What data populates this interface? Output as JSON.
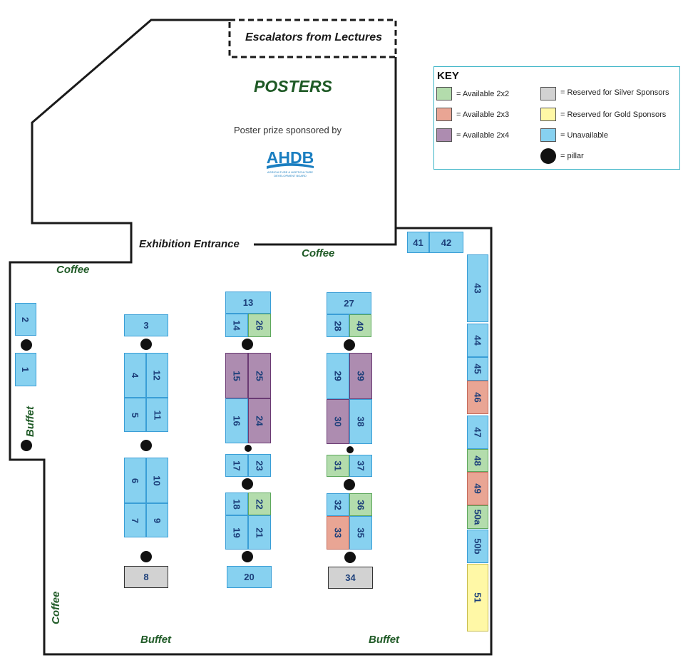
{
  "labels": {
    "escalators": "Escalators from Lectures",
    "posters": "POSTERS",
    "sponsor_text": "Poster prize sponsored by",
    "entrance": "Exhibition Entrance",
    "coffee_top_left": "Coffee",
    "coffee_top_mid": "Coffee",
    "coffee_left_bottom": "Coffee",
    "buffet_left": "Buffet",
    "buffet_bottom_left": "Buffet",
    "buffet_bottom_right": "Buffet"
  },
  "logo": {
    "name": "AHDB",
    "subtitle": "AGRICULTURE & HORTICULTURE DEVELOPMENT BOARD",
    "color": "#1b7fc1"
  },
  "key": {
    "title": "KEY",
    "items": [
      {
        "label": "= Available 2x2",
        "color": "#b3dcac"
      },
      {
        "label": "= Available 2x3",
        "color": "#e9a594"
      },
      {
        "label": "= Available 2x4",
        "color": "#ad8cb0"
      },
      {
        "label": "= Reserved for Silver Sponsors",
        "color": "#d2d2d2"
      },
      {
        "label": "= Reserved for Gold Sponsors",
        "color": "#fff8a6"
      },
      {
        "label": "= Unavailable",
        "color": "#87d1f0"
      },
      {
        "label": "= pillar",
        "color": "#111111"
      }
    ]
  },
  "booths": [
    {
      "id": "2",
      "status": "unavailable"
    },
    {
      "id": "1",
      "status": "unavailable"
    },
    {
      "id": "3",
      "status": "unavailable"
    },
    {
      "id": "4",
      "status": "unavailable"
    },
    {
      "id": "12",
      "status": "unavailable"
    },
    {
      "id": "5",
      "status": "unavailable"
    },
    {
      "id": "11",
      "status": "unavailable"
    },
    {
      "id": "6",
      "status": "unavailable"
    },
    {
      "id": "10",
      "status": "unavailable"
    },
    {
      "id": "7",
      "status": "unavailable"
    },
    {
      "id": "9",
      "status": "unavailable"
    },
    {
      "id": "8",
      "status": "silver"
    },
    {
      "id": "13",
      "status": "unavailable"
    },
    {
      "id": "14",
      "status": "unavailable"
    },
    {
      "id": "26",
      "status": "avail2x2"
    },
    {
      "id": "15",
      "status": "avail2x4"
    },
    {
      "id": "25",
      "status": "avail2x4"
    },
    {
      "id": "16",
      "status": "unavailable"
    },
    {
      "id": "24",
      "status": "avail2x4"
    },
    {
      "id": "17",
      "status": "unavailable"
    },
    {
      "id": "23",
      "status": "unavailable"
    },
    {
      "id": "18",
      "status": "unavailable"
    },
    {
      "id": "22",
      "status": "avail2x2"
    },
    {
      "id": "19",
      "status": "unavailable"
    },
    {
      "id": "21",
      "status": "unavailable"
    },
    {
      "id": "20",
      "status": "unavailable"
    },
    {
      "id": "27",
      "status": "unavailable"
    },
    {
      "id": "28",
      "status": "unavailable"
    },
    {
      "id": "40",
      "status": "avail2x2"
    },
    {
      "id": "29",
      "status": "unavailable"
    },
    {
      "id": "39",
      "status": "avail2x4"
    },
    {
      "id": "30",
      "status": "avail2x4"
    },
    {
      "id": "38",
      "status": "unavailable"
    },
    {
      "id": "31",
      "status": "avail2x2"
    },
    {
      "id": "37",
      "status": "unavailable"
    },
    {
      "id": "32",
      "status": "unavailable"
    },
    {
      "id": "36",
      "status": "avail2x2"
    },
    {
      "id": "33",
      "status": "avail2x3"
    },
    {
      "id": "35",
      "status": "unavailable"
    },
    {
      "id": "34",
      "status": "silver"
    },
    {
      "id": "41",
      "status": "unavailable"
    },
    {
      "id": "42",
      "status": "unavailable"
    },
    {
      "id": "43",
      "status": "unavailable"
    },
    {
      "id": "44",
      "status": "unavailable"
    },
    {
      "id": "45",
      "status": "unavailable"
    },
    {
      "id": "46",
      "status": "avail2x3"
    },
    {
      "id": "47",
      "status": "unavailable"
    },
    {
      "id": "48",
      "status": "avail2x2"
    },
    {
      "id": "49",
      "status": "avail2x3"
    },
    {
      "id": "50a",
      "status": "avail2x2"
    },
    {
      "id": "50b",
      "status": "unavailable"
    },
    {
      "id": "51",
      "status": "gold"
    }
  ]
}
